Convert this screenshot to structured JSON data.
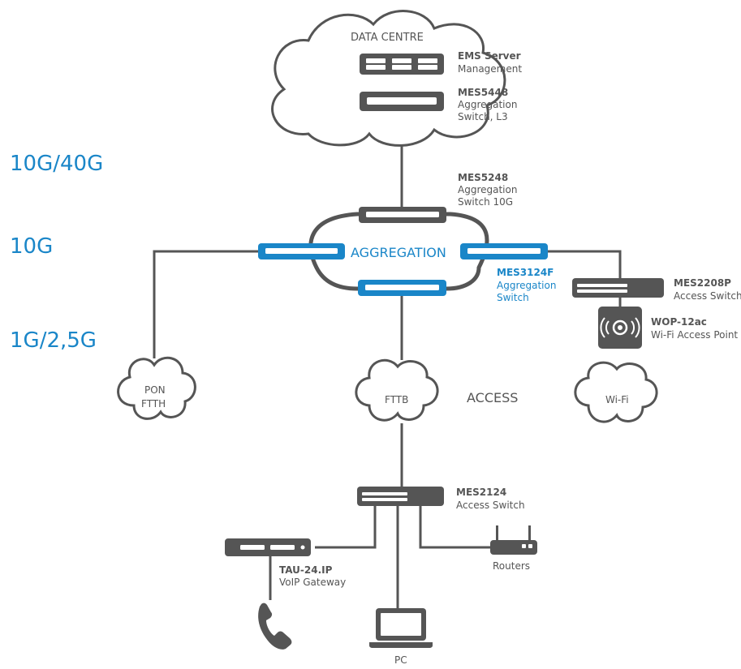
{
  "speeds": {
    "row1": "10G/40G",
    "row2": "10G",
    "row3": "1G/2,5G"
  },
  "clouds": {
    "data_centre": "DATA CENTRE",
    "pon_line1": "PON",
    "pon_line2": "FTTH",
    "fttb": "FTTB",
    "wifi": "Wi-Fi"
  },
  "labels": {
    "aggregation": "AGGREGATION",
    "access": "ACCESS"
  },
  "devices": {
    "ems": {
      "name": "EMS Server",
      "desc1": "Management"
    },
    "mes5448": {
      "name": "MES5448",
      "desc1": "Aggregation",
      "desc2": "Switch, L3"
    },
    "mes5248": {
      "name": "MES5248",
      "desc1": "Aggregation",
      "desc2": "Switch 10G"
    },
    "mes3124f": {
      "name": "MES3124F",
      "desc1": "Aggregation",
      "desc2": "Switch"
    },
    "mes2208p": {
      "name": "MES2208P",
      "desc1": "Access Switch"
    },
    "wop12ac": {
      "name": "WOP-12ac",
      "desc1": "Wi-Fi Access Point"
    },
    "mes2124": {
      "name": "MES2124",
      "desc1": "Access Switch"
    },
    "tau24ip": {
      "name": "TAU-24.IP",
      "desc1": "VoIP Gateway"
    },
    "routers": {
      "desc1": "Routers"
    },
    "pc": {
      "desc1": "PC"
    }
  },
  "colors": {
    "accent": "#1a86c8",
    "device": "#555555"
  }
}
